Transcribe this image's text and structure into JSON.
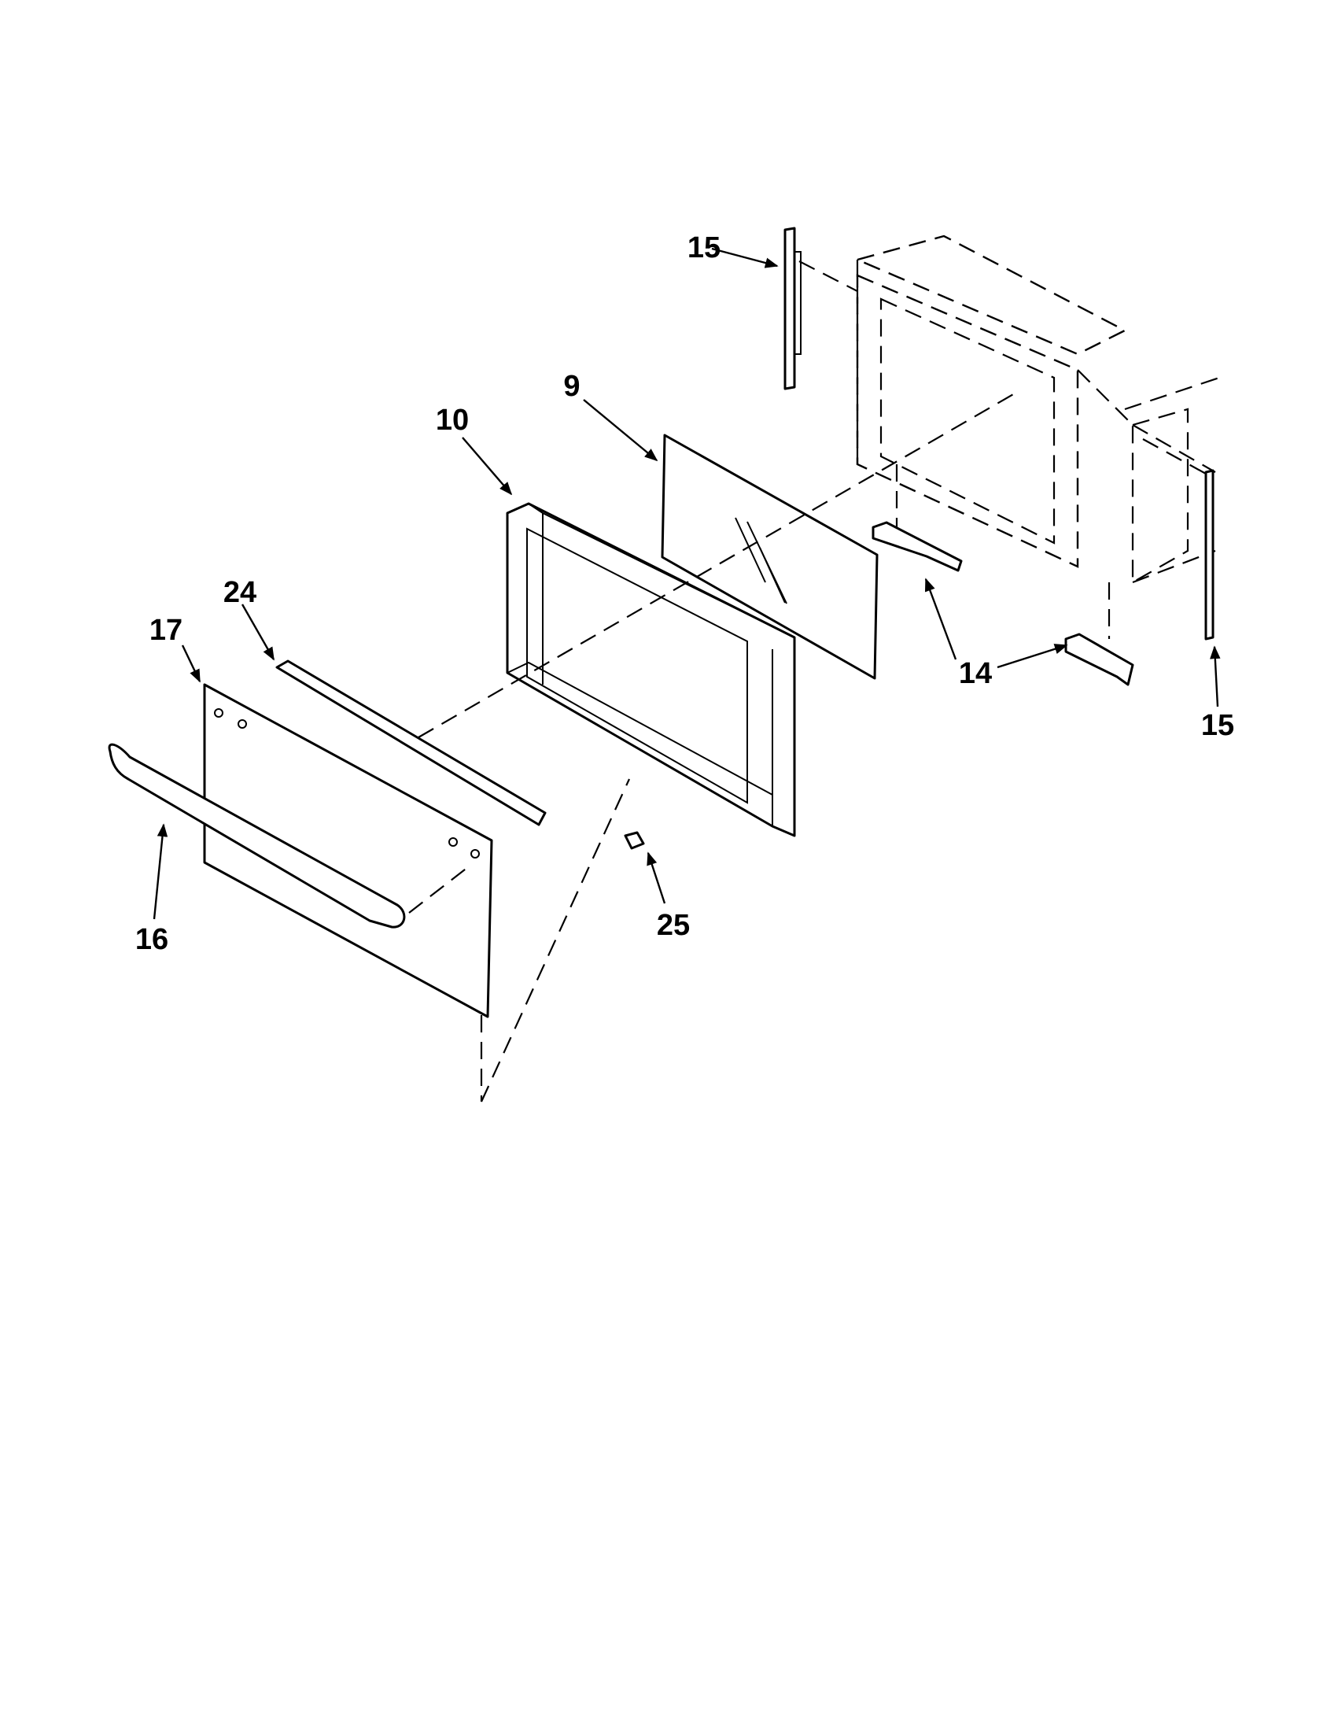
{
  "callouts": {
    "c15_top": "15",
    "c9": "9",
    "c10": "10",
    "c24": "24",
    "c17": "17",
    "c14": "14",
    "c15_bottom": "15",
    "c16": "16",
    "c25": "25"
  }
}
